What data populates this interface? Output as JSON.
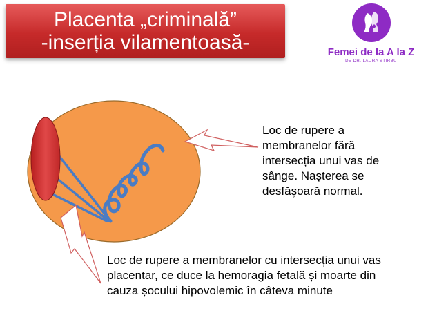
{
  "title": {
    "line1": "Placenta „criminală”",
    "line2": "-inserția vilamentoasă-"
  },
  "logo": {
    "name": "Femei de la A la Z",
    "byline": "DE DR. LAURA STIRBU",
    "icon": "women-silhouette-icon"
  },
  "labels": {
    "normal_rupture": [
      "Loc de rupere a",
      "membranelor fără",
      "intersecția unui vas de",
      "sânge. Nașterea se",
      "desfășoară normal."
    ],
    "vessel_rupture": [
      "Loc de rupere a membranelor cu intersecția unui vas",
      "placentar, ce duce la hemoragia fetală și moarte din",
      "cauza șocului hipovolemic în câteva minute"
    ]
  },
  "colors": {
    "title_banner": "#c62a2a",
    "membrane_sac": "#f5994a",
    "placenta": "#d9302f",
    "cord": "#4a7cc4",
    "vessels": "#4a7cc4",
    "pointer_outline": "#d06060",
    "logo_accent": "#8e2bc4"
  }
}
